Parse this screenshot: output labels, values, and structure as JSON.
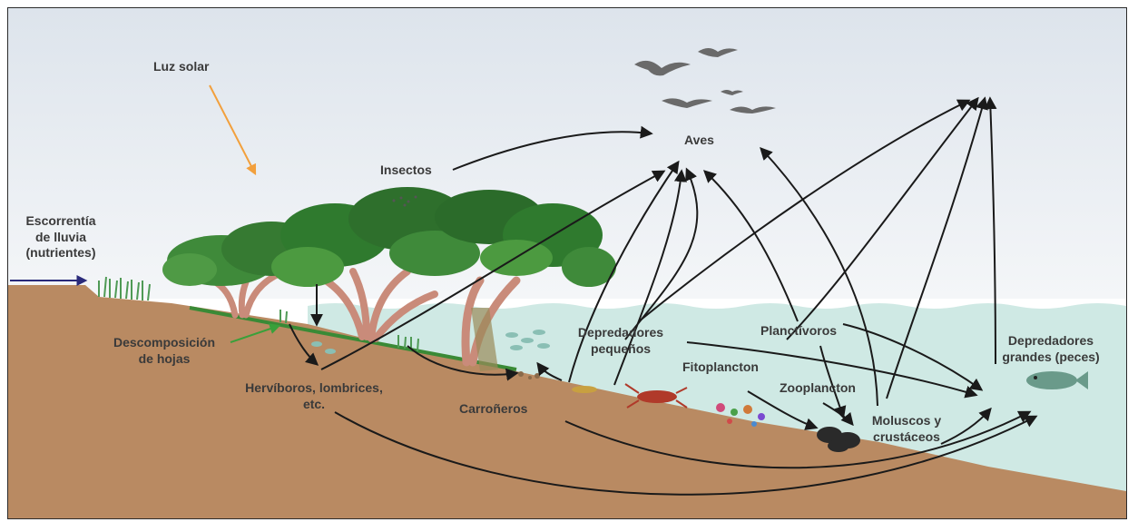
{
  "labels": {
    "sunlight": "Luz solar",
    "runoff": "Escorrentía\nde lluvia\n(nutrientes)",
    "insects": "Insectos",
    "birds": "Aves",
    "leaf_decomposition": "Descomposición\nde hojas",
    "herbivores": "Hervíboros, lombrices,\netc.",
    "scavengers": "Carroñeros",
    "small_predators": "Depredadores\npequeños",
    "phytoplankton": "Fitoplancton",
    "planktivores": "Planctívoros",
    "zooplankton": "Zooplancton",
    "mollusks_crustaceans": "Moluscos y\ncrustáceos",
    "large_predators": "Depredadores\ngrandes (peces)"
  },
  "colors": {
    "sky": "#e8edf2",
    "water": "#cfe9e4",
    "sediment": "#b98a62",
    "foliage": "#3f8a3a",
    "trunk": "#c98b7a",
    "arrow": "#1a1a1a",
    "sun_arrow": "#f2a03d",
    "runoff_arrow": "#2a2a7a",
    "decomposition_arrow": "#3aa03a"
  },
  "icons": [
    "bird-icon",
    "tree-icon",
    "fish-icon",
    "crayfish-icon",
    "mussel-icon"
  ]
}
